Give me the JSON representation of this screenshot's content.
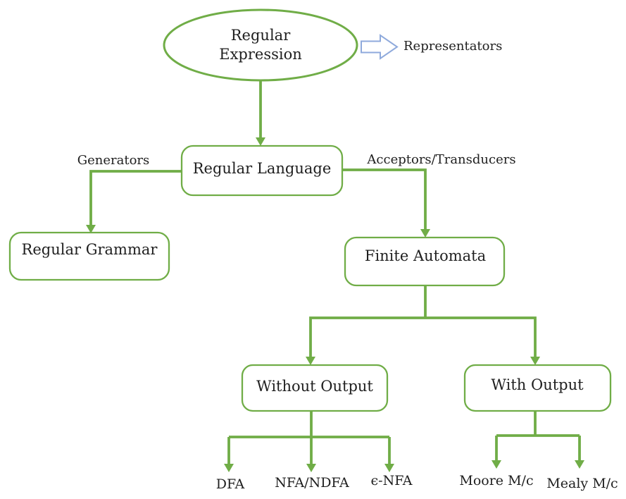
{
  "colors": {
    "line_green": "#70AD47",
    "arrow_blue": "#8FAADC",
    "text": "#1F1F1F",
    "background": "#FFFFFF"
  },
  "nodes": {
    "regular_expression": {
      "shape": "ellipse",
      "lines": [
        "Regular",
        "Expression"
      ]
    },
    "regular_language": {
      "label": "Regular Language"
    },
    "regular_grammar": {
      "label": "Regular Grammar"
    },
    "finite_automata": {
      "label": "Finite Automata"
    },
    "without_output": {
      "label": "Without Output"
    },
    "with_output": {
      "label": "With Output"
    }
  },
  "edge_labels": {
    "representators": "Representators",
    "generators": "Generators",
    "acceptors_transducers": "Acceptors/Transducers"
  },
  "leaves": {
    "dfa": "DFA",
    "nfa_ndfa": "NFA/NDFA",
    "epsilon_nfa": "ϵ-NFA",
    "moore": "Moore M/c",
    "mealy": "Mealy M/c"
  }
}
